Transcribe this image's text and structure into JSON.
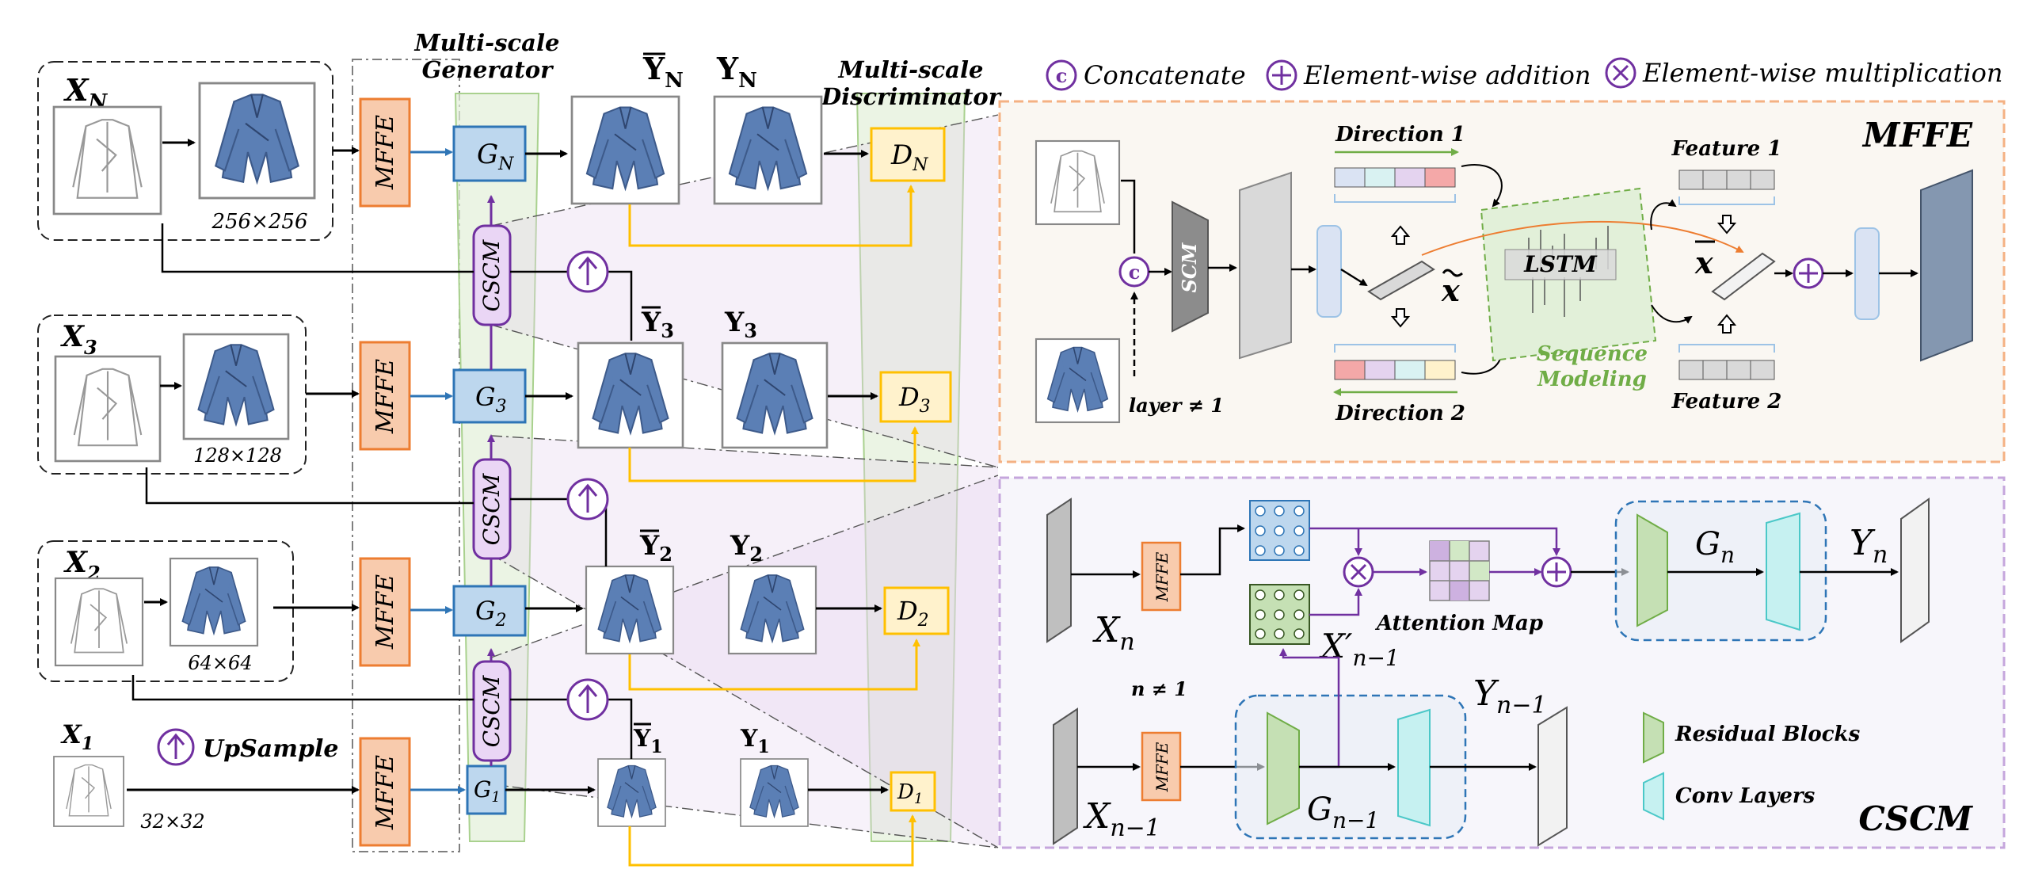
{
  "columns": {
    "generator": [
      "Multi-scale",
      "Generator"
    ],
    "discriminator": [
      "Multi-scale",
      "Discriminator"
    ]
  },
  "legend": {
    "concat_sym": "c",
    "concat": "Concatenate",
    "add": "Element-wise addition",
    "mult": "Element-wise multiplication",
    "upsample": "UpSample"
  },
  "scales": [
    {
      "x": "X",
      "xsub": "N",
      "size": "256×256",
      "g": "G",
      "gsub": "N",
      "ybar": "Y",
      "ybarsub": "N",
      "y": "Y",
      "ysub": "N",
      "d": "D",
      "dsub": "N"
    },
    {
      "x": "X",
      "xsub": "3",
      "size": "128×128",
      "g": "G",
      "gsub": "3",
      "ybar": "Y",
      "ybarsub": "3",
      "y": "Y",
      "ysub": "3",
      "d": "D",
      "dsub": "3"
    },
    {
      "x": "X",
      "xsub": "2",
      "size": "64×64",
      "g": "G",
      "gsub": "2",
      "ybar": "Y",
      "ybarsub": "2",
      "y": "Y",
      "ysub": "2",
      "d": "D",
      "dsub": "2"
    },
    {
      "x": "X",
      "xsub": "1",
      "size": "32×32",
      "g": "G",
      "gsub": "1",
      "ybar": "Y",
      "ybarsub": "1",
      "y": "Y",
      "ysub": "1",
      "d": "D",
      "dsub": "1"
    }
  ],
  "blocks": {
    "mffe": "MFFE",
    "cscm": "CSCM"
  },
  "mffe_panel": {
    "title": "MFFE",
    "scm": "SCM",
    "layer_cond": "layer ≠ 1",
    "dir1": "Direction 1",
    "dir2": "Direction 2",
    "lstm": "LSTM",
    "seq": [
      "Sequence",
      "Modeling"
    ],
    "feat1": "Feature 1",
    "feat2": "Feature 2",
    "xtilde": "x",
    "xbar": "x"
  },
  "cscm_panel": {
    "title": "CSCM",
    "mffe": "MFFE",
    "xn": "X",
    "xn_sub": "n",
    "xn1": "X",
    "xn1_sub": "n−1",
    "xprime": "X′",
    "xprime_sub": "n−1",
    "n_cond": "n ≠ 1",
    "attention": "Attention Map",
    "gn": "G",
    "gn_sub": "n",
    "gn1": "G",
    "gn1_sub": "n−1",
    "yn": "Y",
    "yn_sub": "n",
    "yn1": "Y",
    "yn1_sub": "n−1",
    "residual": "Residual Blocks",
    "conv": "Conv Layers"
  },
  "colors": {
    "purple": "#7030a0",
    "orange_fill": "#f8cbad",
    "orange_stroke": "#ed7d31",
    "blue_fill": "#bdd7ee",
    "blue_stroke": "#2e75b6",
    "yellow_fill": "#fff2cc",
    "yellow_stroke": "#ffc000",
    "green_band": "#e2f0d9",
    "gold_line": "#ffc000"
  }
}
